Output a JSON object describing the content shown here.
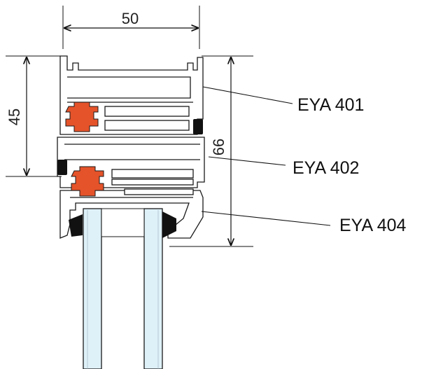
{
  "dimensions": {
    "width_label": "50",
    "height_label": "45",
    "depth_label": "66"
  },
  "callouts": [
    {
      "label": "EYA 401"
    },
    {
      "label": "EYA 402"
    },
    {
      "label": "EYA 404"
    }
  ],
  "colors": {
    "profile_stroke": "#1a1a1a",
    "thermal_break": "#e5532a",
    "gasket": "#111111",
    "glass": "#dff1f8",
    "dimension_line": "#111111"
  }
}
